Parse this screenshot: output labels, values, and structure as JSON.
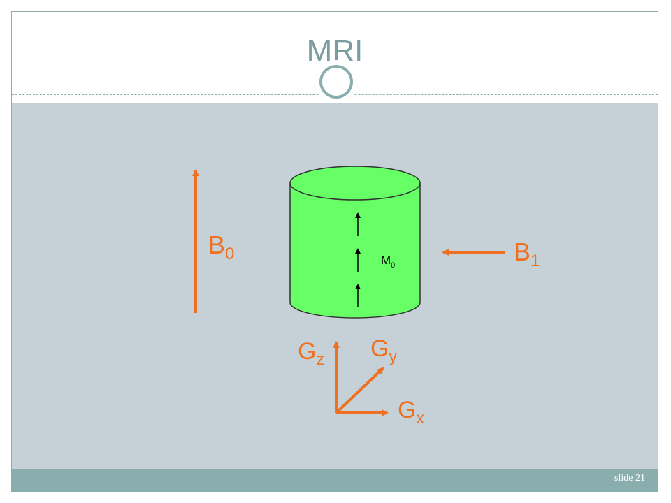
{
  "slide": {
    "title": "MRI",
    "number_label": "slide 21"
  },
  "diagram": {
    "b0": {
      "main": "B",
      "sub": "0"
    },
    "b1": {
      "main": "B",
      "sub": "1"
    },
    "m0": {
      "main": "M",
      "sub": "0"
    },
    "gz": {
      "main": "G",
      "sub": "z"
    },
    "gy": {
      "main": "G",
      "sub": "y"
    },
    "gx": {
      "main": "G",
      "sub": "x"
    }
  },
  "colors": {
    "accent": "#f07022",
    "cylinder": "#66ff66",
    "background": "#c5d1d6",
    "footer": "#8aaeae",
    "title": "#7a9ca0"
  }
}
